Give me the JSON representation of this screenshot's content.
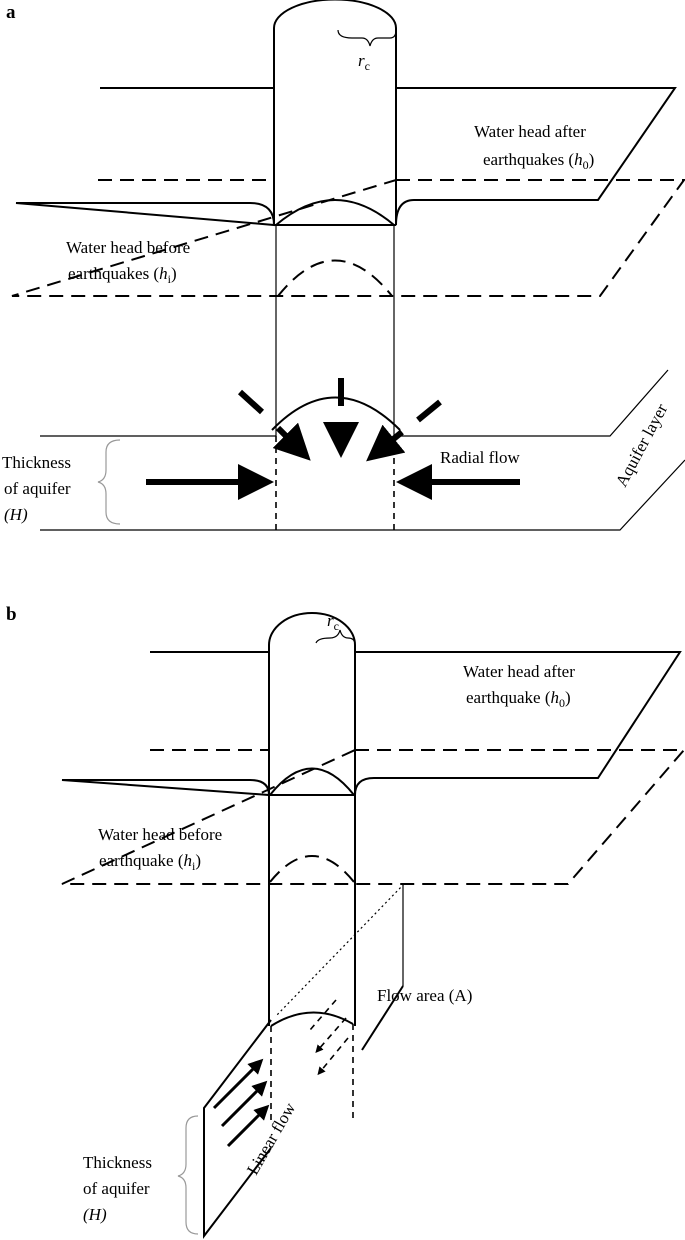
{
  "panel_a": {
    "panel_label": "a",
    "radius_symbol": "r",
    "radius_subscript": "c",
    "head_after_line1": "Water head after",
    "head_after_line2": "earthquakes (",
    "head_after_symbol": "h",
    "head_after_subscript": "0",
    "head_after_close": ")",
    "head_before_line1": "Water head before",
    "head_before_line2": "earthquakes (",
    "head_before_symbol": "h",
    "head_before_subscript": "i",
    "head_before_close": ")",
    "thickness_line1": "Thickness",
    "thickness_line2": "of aquifer",
    "thickness_symbol": "(H)",
    "flow_label": "Radial flow",
    "layer_label": "Aquifer layer"
  },
  "panel_b": {
    "panel_label": "b",
    "radius_symbol": "r",
    "radius_subscript": "c",
    "head_after_line1": "Water head after",
    "head_after_line2": "earthquake (",
    "head_after_symbol": "h",
    "head_after_subscript": "0",
    "head_after_close": ")",
    "head_before_line1": "Water head before",
    "head_before_line2": "earthquake  (",
    "head_before_symbol": "h",
    "head_before_subscript": "i",
    "head_before_close": ")",
    "flow_area_label": "Flow area (A)",
    "flow_label": "Linear flow",
    "thickness_line1": "Thickness",
    "thickness_line2": "of aquifer",
    "thickness_symbol": "(H)"
  }
}
